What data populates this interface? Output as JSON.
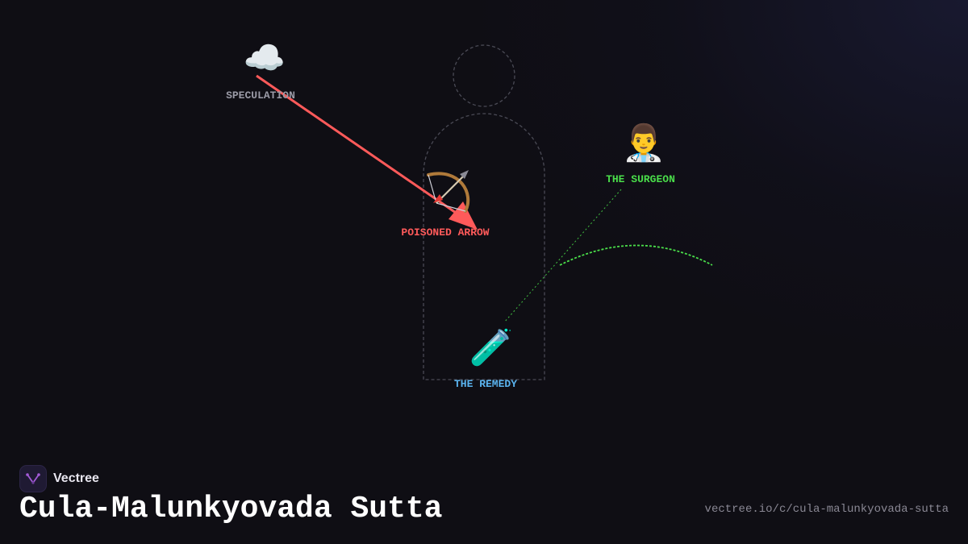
{
  "diagram": {
    "nodes": {
      "speculation": {
        "label": "SPECULATION",
        "icon": "cloud-icon",
        "glyph": "☁️",
        "color": "#9a9aa6"
      },
      "arrow": {
        "label": "POISONED ARROW",
        "icon": "bow-and-arrow-icon",
        "color": "#ff5a5a"
      },
      "surgeon": {
        "label": "THE SURGEON",
        "icon": "surgeon-icon",
        "glyph": "👨‍⚕️",
        "color": "#4ade4a"
      },
      "remedy": {
        "label": "THE REMEDY",
        "icon": "test-tube-icon",
        "glyph": "🧪",
        "color": "#5ab4f0"
      }
    },
    "figure": {
      "icon": "person-silhouette",
      "stroke": "#4a4a55"
    }
  },
  "brand": {
    "name": "Vectree",
    "logo_icon": "vectree-logo-icon",
    "logo_color": "#a45bd8"
  },
  "footer": {
    "title": "Cula-Malunkyovada Sutta",
    "url": "vectree.io/c/cula-malunkyovada-sutta"
  }
}
